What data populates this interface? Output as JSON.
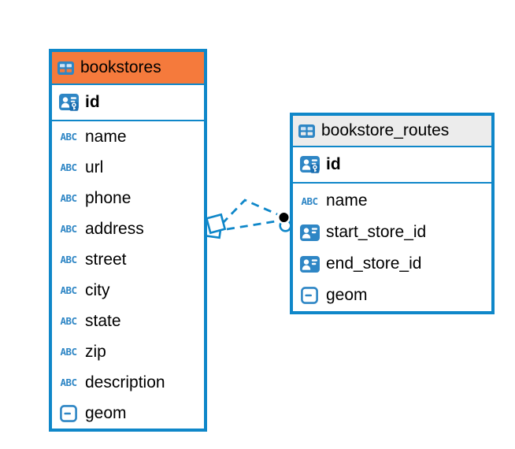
{
  "diagram": {
    "tables": [
      {
        "id": "bookstores",
        "title": "bookstores",
        "header_color": "#f57a3c",
        "fields": [
          {
            "name": "id",
            "icon": "primary-key",
            "pk": true
          },
          {
            "name": "name",
            "icon": "text"
          },
          {
            "name": "url",
            "icon": "text"
          },
          {
            "name": "phone",
            "icon": "text"
          },
          {
            "name": "address",
            "icon": "text"
          },
          {
            "name": "street",
            "icon": "text"
          },
          {
            "name": "city",
            "icon": "text"
          },
          {
            "name": "state",
            "icon": "text"
          },
          {
            "name": "zip",
            "icon": "text"
          },
          {
            "name": "description",
            "icon": "text"
          },
          {
            "name": "geom",
            "icon": "geometry"
          }
        ]
      },
      {
        "id": "bookstore_routes",
        "title": "bookstore_routes",
        "header_color": "#ececec",
        "fields": [
          {
            "name": "id",
            "icon": "primary-key",
            "pk": true
          },
          {
            "name": "name",
            "icon": "text"
          },
          {
            "name": "start_store_id",
            "icon": "reference"
          },
          {
            "name": "end_store_id",
            "icon": "reference"
          },
          {
            "name": "geom",
            "icon": "geometry"
          }
        ]
      }
    ],
    "relations": [
      {
        "from_table": "bookstores",
        "to_table": "bookstore_routes",
        "style": "dashed"
      },
      {
        "from_table": "bookstores",
        "to_table": "bookstore_routes",
        "style": "dashed"
      }
    ],
    "colors": {
      "accent_blue": "#0f87c9",
      "icon_blue": "#2e86c5",
      "key_blue": "#1b6fb1",
      "cell_light_blue": "#cfe3f4",
      "header_orange": "#f57a3c",
      "header_gray": "#ececec",
      "text_black": "#000000",
      "canvas_white": "#ffffff",
      "endpoint_black": "#000000"
    },
    "abc_icon_label": "ABC"
  }
}
